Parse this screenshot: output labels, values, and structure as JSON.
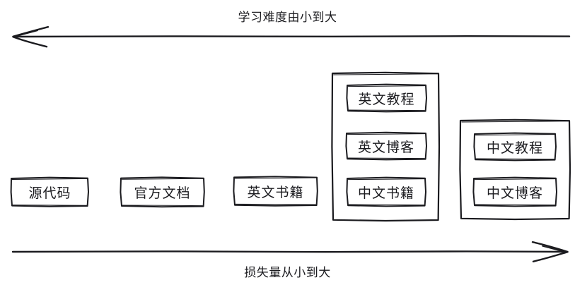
{
  "diagram": {
    "title_top": "学习难度由小到大",
    "title_bottom": "损失量从小到大",
    "stroke_color": "#1b1b1f",
    "background": "#ffffff",
    "arrows": [
      {
        "name": "difficulty-arrow",
        "direction": "left",
        "label": "学习难度由小到大"
      },
      {
        "name": "loss-arrow",
        "direction": "right",
        "label": "损失量从小到大"
      }
    ],
    "nodes": [
      {
        "id": "source-code",
        "label": "源代码"
      },
      {
        "id": "official-docs",
        "label": "官方文档"
      },
      {
        "id": "english-books",
        "label": "英文书籍"
      },
      {
        "id": "english-tutorial",
        "label": "英文教程"
      },
      {
        "id": "english-blog",
        "label": "英文博客"
      },
      {
        "id": "chinese-books",
        "label": "中文书籍"
      },
      {
        "id": "chinese-tutorial",
        "label": "中文教程"
      },
      {
        "id": "chinese-blog",
        "label": "中文博客"
      }
    ],
    "groups": [
      {
        "id": "english-group",
        "members": [
          "英文教程",
          "英文博客",
          "中文书籍"
        ]
      },
      {
        "id": "chinese-group",
        "members": [
          "中文教程",
          "中文博客"
        ]
      }
    ]
  }
}
